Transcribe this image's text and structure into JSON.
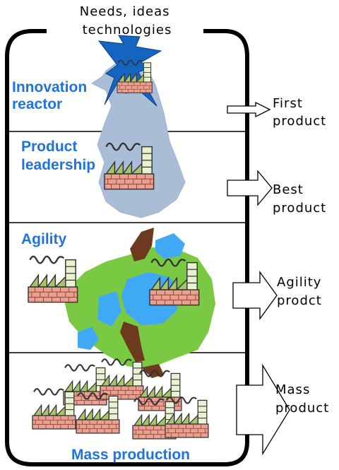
{
  "input_label": [
    "Needs, ideas",
    "technologies"
  ],
  "stages": [
    {
      "label": [
        "Innovation",
        "reactor"
      ],
      "output": [
        "First",
        "product"
      ]
    },
    {
      "label": [
        "Product",
        "leadership"
      ],
      "output": [
        "Best",
        "product"
      ]
    },
    {
      "label": [
        "Agility"
      ],
      "output": [
        "Agility",
        "prodct"
      ]
    },
    {
      "label": [
        "Mass production"
      ],
      "output": [
        "Mass",
        "product"
      ]
    }
  ],
  "colors": {
    "label": "#1f73e0",
    "finland_map": "#a9bdd6",
    "europe_green": "#7ac943",
    "europe_blue": "#3fa9f5",
    "europe_brown": "#6b3a1f",
    "lightning": "#1565c0"
  },
  "icons": [
    "lightning-icon",
    "factory-icon",
    "arrow-right-icon"
  ]
}
